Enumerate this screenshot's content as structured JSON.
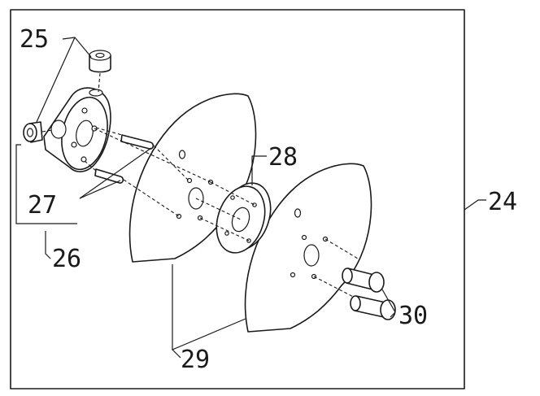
{
  "callouts": {
    "n24": "24",
    "n25": "25",
    "n26": "26",
    "n27": "27",
    "n28": "28",
    "n29": "29",
    "n30": "30"
  }
}
